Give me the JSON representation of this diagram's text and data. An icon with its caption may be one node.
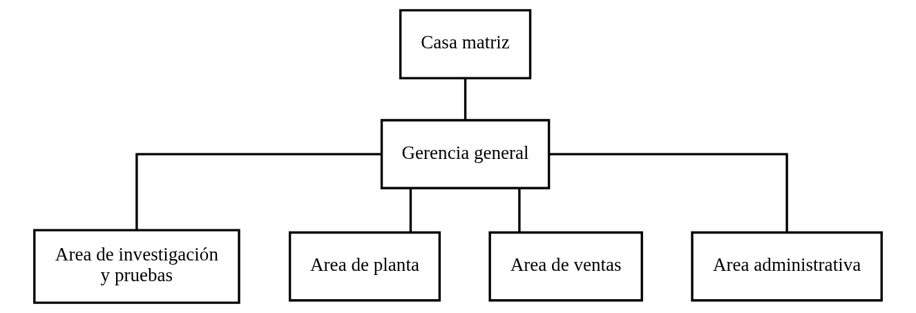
{
  "diagram": {
    "nodes": [
      {
        "text": [
          "Casa matriz"
        ]
      },
      {
        "text": [
          "Gerencia general"
        ]
      },
      {
        "text": [
          "Area de investigación y pruebas"
        ]
      },
      {
        "text": [
          "Area de planta"
        ]
      },
      {
        "text": [
          "Area de ventas"
        ]
      },
      {
        "text": [
          "Area administrativa"
        ]
      }
    ],
    "edges": [
      {
        "from": 0,
        "to": 1,
        "arrow": "none"
      },
      {
        "from": 1,
        "to": 2,
        "arrow": "none"
      },
      {
        "from": 1,
        "to": 3,
        "arrow": "none"
      },
      {
        "from": 1,
        "to": 4,
        "arrow": "none"
      },
      {
        "from": 1,
        "to": 5,
        "arrow": "none"
      }
    ]
  }
}
